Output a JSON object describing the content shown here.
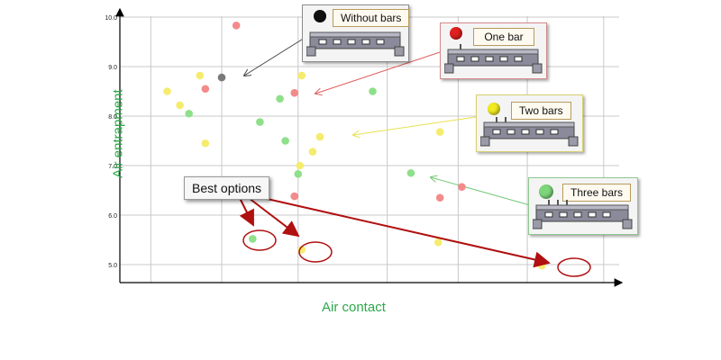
{
  "chart_data": {
    "type": "scatter",
    "xlabel": "Air contact",
    "ylabel": "Air entrapment",
    "ylim": [
      4.6,
      10.1
    ],
    "xlim": [
      0,
      10
    ],
    "y_ticks": [
      "10.0",
      "9.0",
      "8.0",
      "7.0",
      "6.0",
      "5.0"
    ],
    "y_tick_values": [
      10,
      9,
      8,
      7,
      6,
      5
    ],
    "x_grid_values": [
      0.85,
      2.8,
      4.9,
      7.35,
      9.3,
      11.2,
      13.3
    ],
    "x_max": 13.8,
    "grid": true,
    "series": [
      {
        "name": "Without bars",
        "color": "#7a7a7a",
        "points": [
          {
            "x": 2.8,
            "y": 8.78
          }
        ]
      },
      {
        "name": "One bar",
        "color": "#f28b8b",
        "points": [
          {
            "x": 3.2,
            "y": 9.83
          },
          {
            "x": 2.35,
            "y": 8.55
          },
          {
            "x": 4.8,
            "y": 8.47
          },
          {
            "x": 4.8,
            "y": 6.38
          },
          {
            "x": 8.8,
            "y": 6.35
          },
          {
            "x": 9.4,
            "y": 6.57
          }
        ]
      },
      {
        "name": "Two bars",
        "color": "#f5ec6e",
        "points": [
          {
            "x": 1.3,
            "y": 8.5
          },
          {
            "x": 1.65,
            "y": 8.22
          },
          {
            "x": 2.2,
            "y": 8.82
          },
          {
            "x": 2.35,
            "y": 7.45
          },
          {
            "x": 5.0,
            "y": 8.82
          },
          {
            "x": 5.5,
            "y": 7.58
          },
          {
            "x": 5.3,
            "y": 7.28
          },
          {
            "x": 8.8,
            "y": 7.68
          },
          {
            "x": 4.95,
            "y": 7.0
          },
          {
            "x": 5.0,
            "y": 5.3
          },
          {
            "x": 8.75,
            "y": 5.45
          },
          {
            "x": 11.6,
            "y": 4.98
          }
        ]
      },
      {
        "name": "Three bars",
        "color": "#8ee08a",
        "points": [
          {
            "x": 1.9,
            "y": 8.05
          },
          {
            "x": 4.4,
            "y": 8.35
          },
          {
            "x": 3.85,
            "y": 7.88
          },
          {
            "x": 4.55,
            "y": 7.5
          },
          {
            "x": 4.9,
            "y": 6.83
          },
          {
            "x": 6.95,
            "y": 8.5
          },
          {
            "x": 8.0,
            "y": 6.85
          },
          {
            "x": 3.65,
            "y": 5.52
          }
        ]
      }
    ],
    "annotations": [
      "Best options"
    ],
    "legend_placement": "image callouts along the top-right of the plot"
  },
  "legend": {
    "without_bars": "Without bars",
    "one_bar": "One bar",
    "two_bars": "Two bars",
    "three_bars": "Three bars"
  },
  "best_options": "Best options",
  "colors": {
    "axis_label": "#2ca84a",
    "arrow_red": "#b01010",
    "grid": "#c8c8c8",
    "legend_dot_black": "#111111",
    "legend_dot_red": "#e02020",
    "legend_dot_yellow": "#f2ea20",
    "legend_dot_green": "#7ed67a"
  }
}
